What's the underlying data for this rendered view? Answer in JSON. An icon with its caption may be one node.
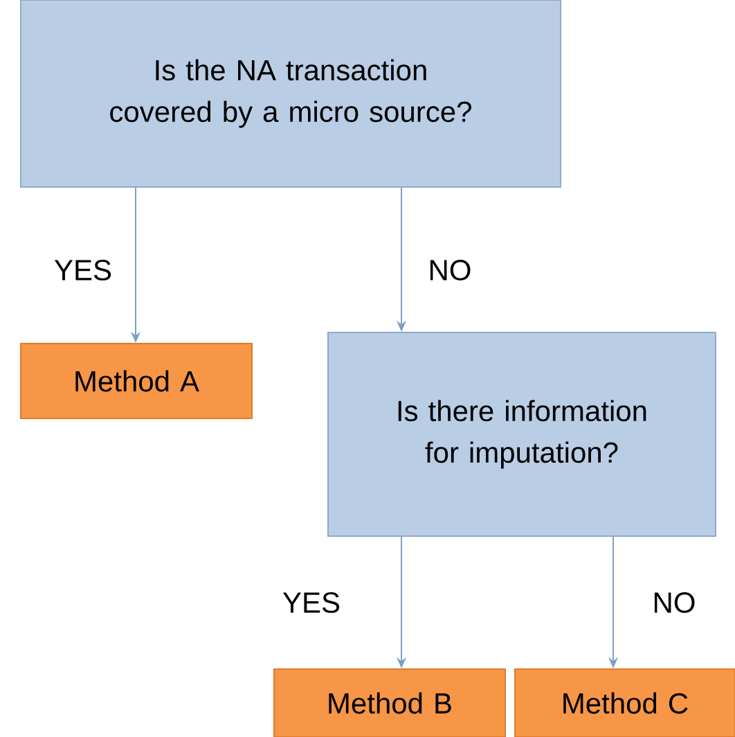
{
  "diagram": {
    "nodes": [
      {
        "text": [
          "Is the NA transaction covered by a micro source?"
        ]
      },
      {
        "text": [
          "Method A"
        ]
      },
      {
        "text": [
          "Is there information for imputation?"
        ]
      },
      {
        "text": [
          "Method B"
        ]
      },
      {
        "text": [
          "Method C"
        ]
      }
    ],
    "edges": [
      {
        "from": 0,
        "to": 1,
        "arrow": "to",
        "label": "YES"
      },
      {
        "from": 0,
        "to": 2,
        "arrow": "to",
        "label": "NO"
      },
      {
        "from": 2,
        "to": 3,
        "arrow": "to",
        "label": "YES"
      },
      {
        "from": 2,
        "to": 4,
        "arrow": "to",
        "label": "NO"
      }
    ]
  }
}
